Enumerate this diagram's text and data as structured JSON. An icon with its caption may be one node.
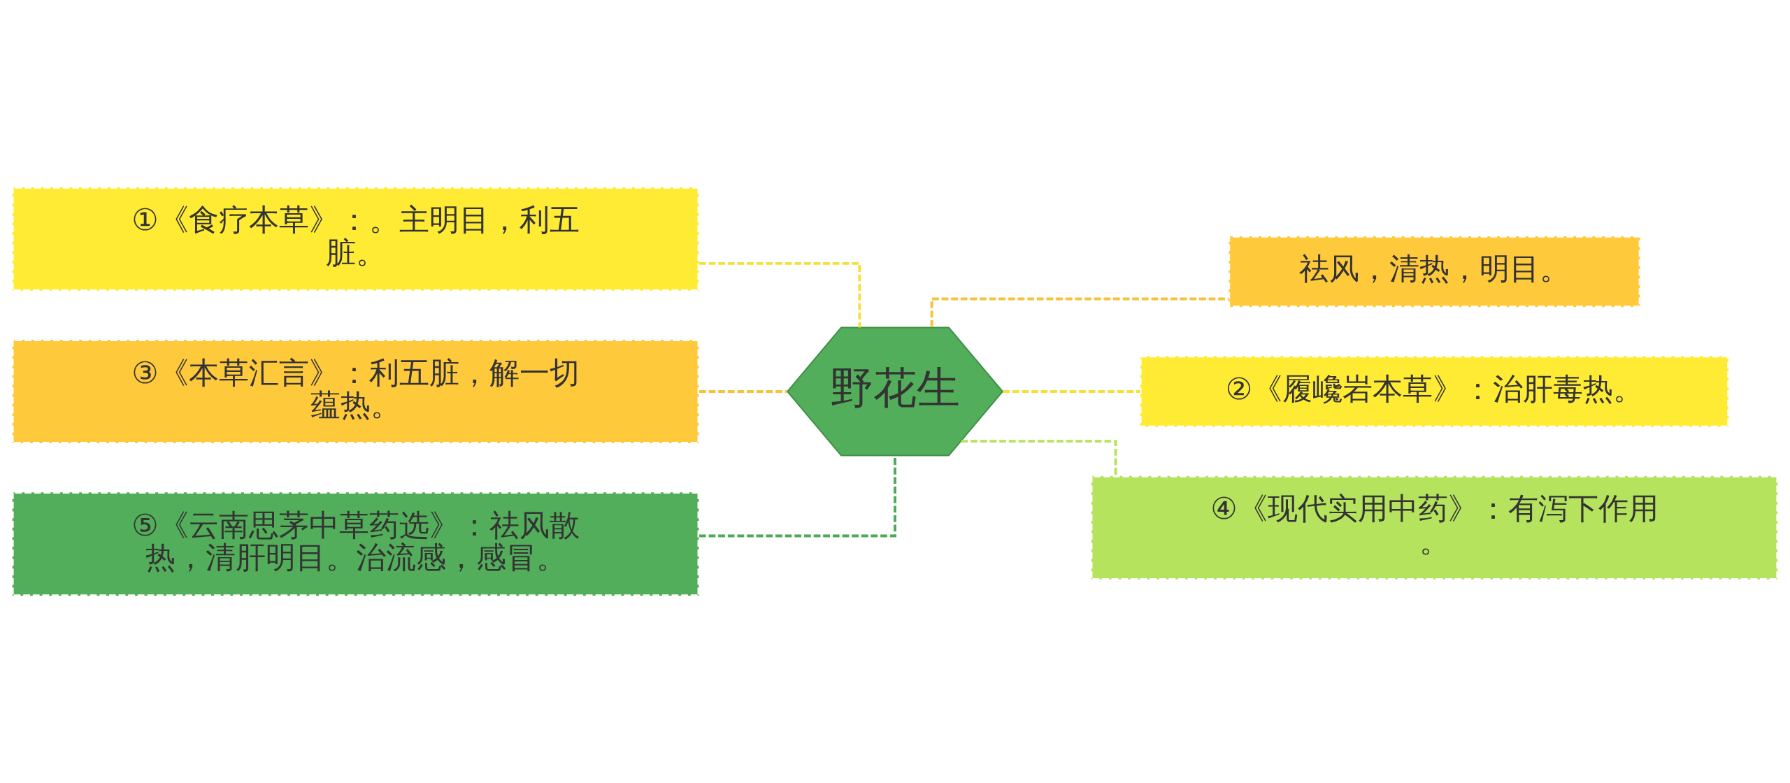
{
  "diagram": {
    "nodes": [
      {
        "text": [
          "野花生"
        ]
      },
      {
        "text": [
          "①《食疗本草》：。主明目，利五脏。"
        ]
      },
      {
        "text": [
          "③《本草汇言》：利五脏，解一切蕴热。"
        ]
      },
      {
        "text": [
          "⑤《云南思茅中草药选》：祛风散热，清肝明目。治流感，感冒。"
        ]
      },
      {
        "text": [
          "祛风，清热，明目。"
        ]
      },
      {
        "text": [
          "②《履巉岩本草》：治肝毒热。"
        ]
      },
      {
        "text": [
          "④《现代实用中药》：有泻下作用。"
        ]
      }
    ],
    "edges": [
      {
        "from": 0,
        "to": 1,
        "arrow": "none",
        "style": "dashed",
        "color": "#f5e03a"
      },
      {
        "from": 0,
        "to": 2,
        "arrow": "none",
        "style": "dashed",
        "color": "#f7c23c"
      },
      {
        "from": 0,
        "to": 3,
        "arrow": "none",
        "style": "dashed",
        "color": "#4caa57"
      },
      {
        "from": 0,
        "to": 4,
        "arrow": "none",
        "style": "dashed",
        "color": "#f7c23c"
      },
      {
        "from": 0,
        "to": 5,
        "arrow": "none",
        "style": "dashed",
        "color": "#f5e03a"
      },
      {
        "from": 0,
        "to": 6,
        "arrow": "none",
        "style": "dashed",
        "color": "#b5e35d"
      }
    ]
  }
}
